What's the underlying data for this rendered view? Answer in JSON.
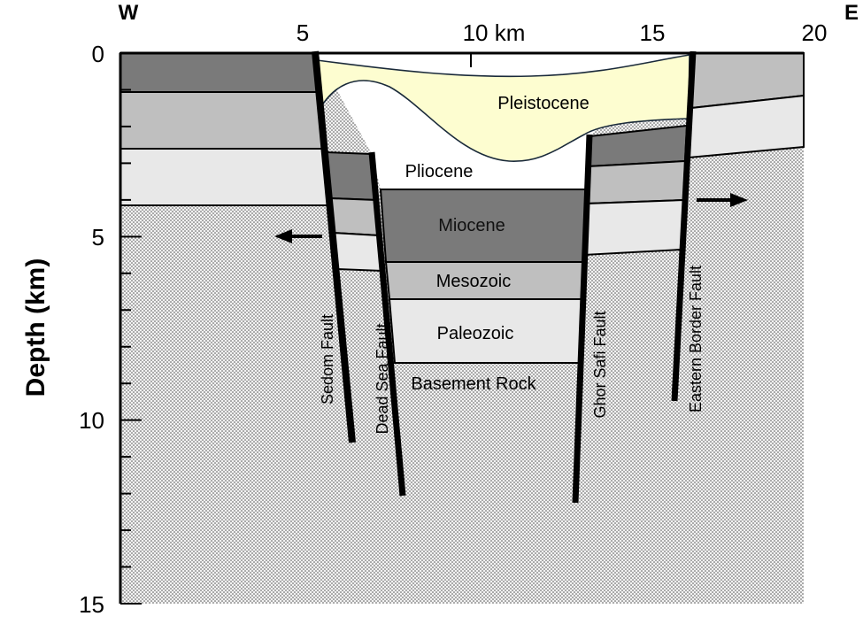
{
  "axes": {
    "x_ticks": [
      "5",
      "10 km",
      "15",
      "20"
    ],
    "y_ticks": [
      "0",
      "5",
      "10",
      "15"
    ],
    "y_label": "Depth (km)",
    "west_label": "W",
    "east_label": "E"
  },
  "units": {
    "labels": {
      "pleistocene": "Pleistocene",
      "pliocene": "Pliocene",
      "miocene": "Miocene",
      "mesozoic": "Mesozoic",
      "paleozoic": "Paleozoic",
      "basement": "Basement Rock"
    }
  },
  "faults": {
    "sedom": "Sedom Fault",
    "dead_sea": "Dead Sea Fault",
    "ghor_safi": "Ghor Safi Fault",
    "eastern_border": "Eastern Border Fault"
  },
  "colors": {
    "dark": "#7a7a7a",
    "medium": "#bfbfbf",
    "light": "#e8e8e8",
    "pleistocene": "#fdfdd0",
    "basement": "#f0f0f0"
  }
}
